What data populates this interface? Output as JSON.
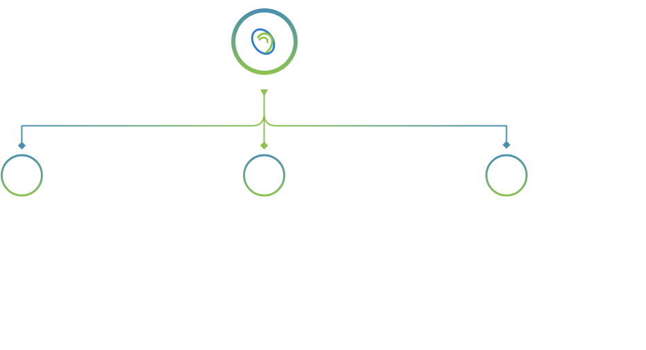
{
  "diagram": {
    "type": "hierarchy",
    "root": {
      "id": "root",
      "icon": "swirl-logo-icon",
      "label": ""
    },
    "children": [
      {
        "id": "child-left",
        "label": ""
      },
      {
        "id": "child-center",
        "label": ""
      },
      {
        "id": "child-right",
        "label": ""
      }
    ],
    "colors": {
      "blue": "#4a8fae",
      "green": "#8cc152",
      "logo_blue": "#2d7fd0",
      "logo_green": "#8cc63f"
    }
  }
}
